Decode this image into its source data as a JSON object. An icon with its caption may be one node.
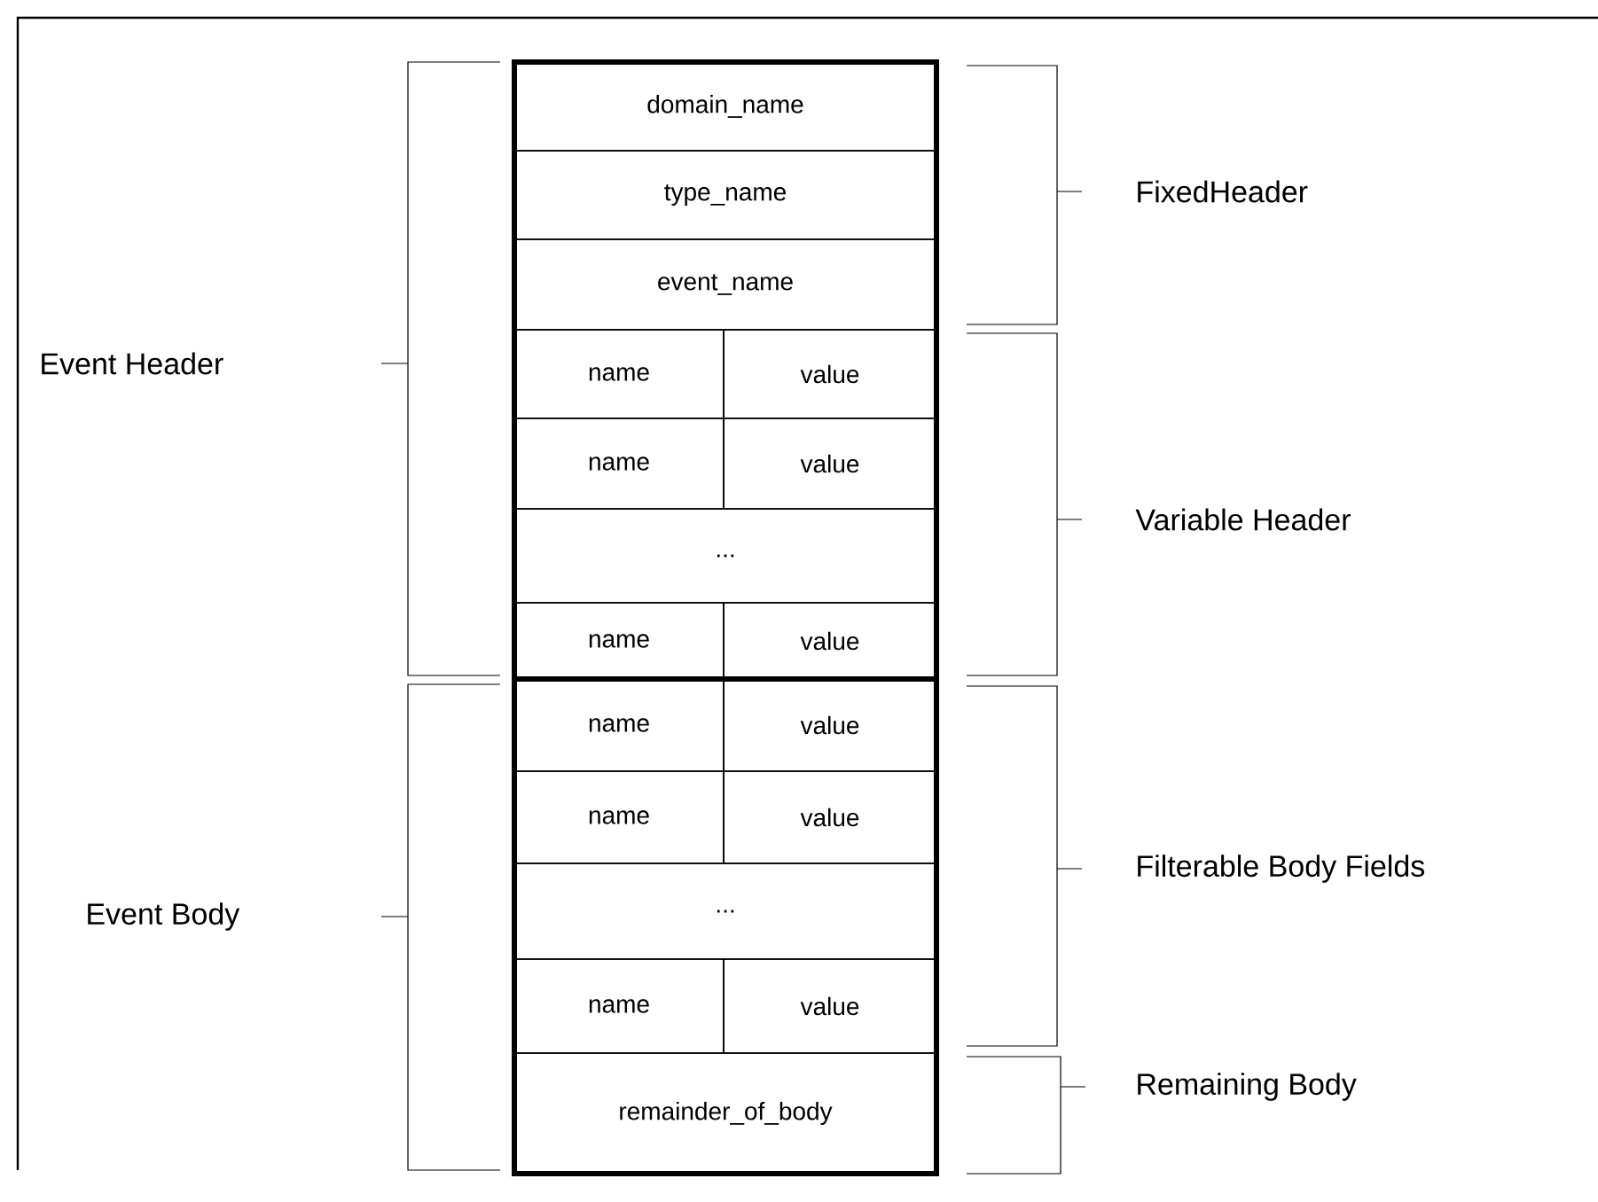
{
  "diagram": {
    "nodes": [
      {
        "text": [
          "domain_name"
        ]
      },
      {
        "text": [
          "type_name"
        ]
      },
      {
        "text": [
          "event_name"
        ]
      },
      {
        "text": [
          "name"
        ]
      },
      {
        "text": [
          "value"
        ]
      },
      {
        "text": [
          "name"
        ]
      },
      {
        "text": [
          "value"
        ]
      },
      {
        "text": [
          "..."
        ]
      },
      {
        "text": [
          "name"
        ]
      },
      {
        "text": [
          "value"
        ]
      },
      {
        "text": [
          "name"
        ]
      },
      {
        "text": [
          "value"
        ]
      },
      {
        "text": [
          "name"
        ]
      },
      {
        "text": [
          "value"
        ]
      },
      {
        "text": [
          "..."
        ]
      },
      {
        "text": [
          "name"
        ]
      },
      {
        "text": [
          "value"
        ]
      },
      {
        "text": [
          "remainder_of_body"
        ]
      }
    ],
    "labels": [
      "Event Header",
      "Event Body",
      "FixedHeader",
      "Variable Header",
      "Filterable Body Fields",
      "Remaining Body"
    ]
  }
}
